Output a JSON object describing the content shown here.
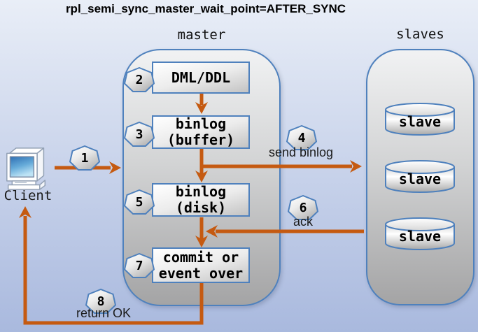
{
  "title": "rpl_semi_sync_master_wait_point=AFTER_SYNC",
  "colors": {
    "arrow": "#C55A11",
    "shape_border": "#4F81BD"
  },
  "client": {
    "label": "Client"
  },
  "master": {
    "label": "master",
    "steps": [
      {
        "num": "2",
        "label": "DML/DDL"
      },
      {
        "num": "3",
        "label": "binlog\n(buffer)"
      },
      {
        "num": "5",
        "label": "binlog\n(disk)"
      },
      {
        "num": "7",
        "label": "commit or\nevent over"
      }
    ]
  },
  "slaves": {
    "label": "slaves",
    "nodes": [
      {
        "label": "slave"
      },
      {
        "label": "slave"
      },
      {
        "label": "slave"
      }
    ]
  },
  "flows": [
    {
      "num": "1",
      "label": ""
    },
    {
      "num": "4",
      "label": "send binlog"
    },
    {
      "num": "6",
      "label": "ack"
    },
    {
      "num": "8",
      "label": "return OK"
    }
  ]
}
